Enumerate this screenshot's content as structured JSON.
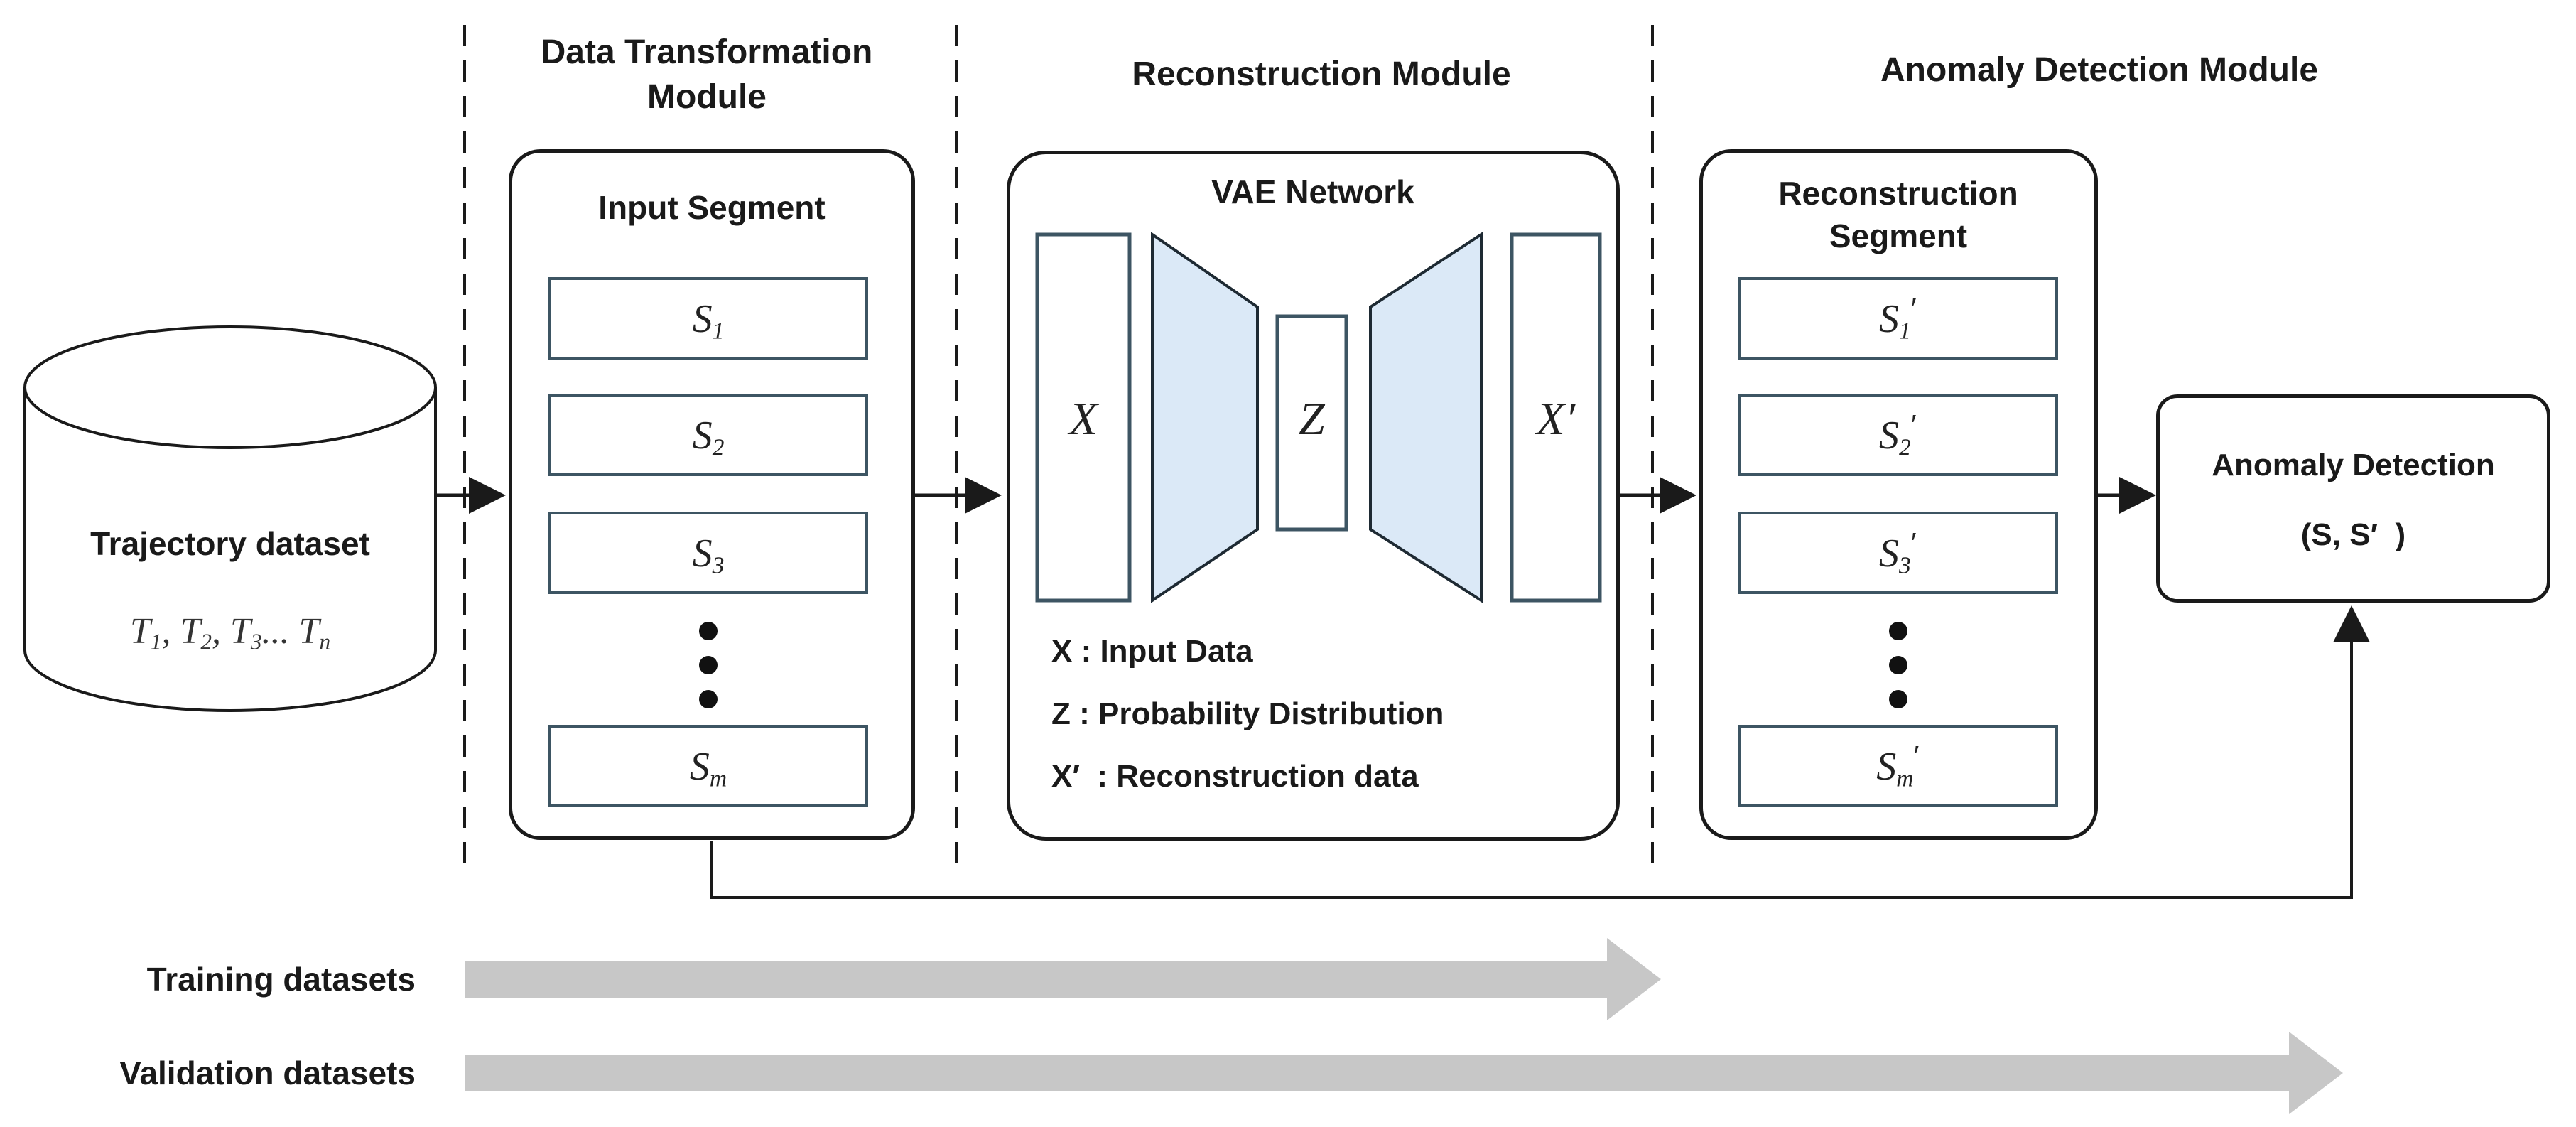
{
  "modules": {
    "data_transformation": {
      "title": "Data Transformation Module"
    },
    "reconstruction": {
      "title": "Reconstruction Module"
    },
    "anomaly_detection": {
      "title": "Anomaly Detection Module"
    }
  },
  "dataset": {
    "label": "Trajectory dataset",
    "tokens": [
      {
        "base": "T",
        "sub": "1",
        "sep": ", "
      },
      {
        "base": "T",
        "sub": "2",
        "sep": ", "
      },
      {
        "base": "T",
        "sub": "3",
        "sep": "... "
      },
      {
        "base": "T",
        "sub": "n",
        "sep": ""
      }
    ]
  },
  "input_segment": {
    "title": "Input Segment",
    "segments": [
      {
        "base": "S",
        "sub": "1",
        "prime": ""
      },
      {
        "base": "S",
        "sub": "2",
        "prime": ""
      },
      {
        "base": "S",
        "sub": "3",
        "prime": ""
      },
      {
        "base": "S",
        "sub": "m",
        "prime": ""
      }
    ]
  },
  "vae": {
    "title": "VAE Network",
    "nodes": {
      "x": "X",
      "z": "Z",
      "x_prime": "X′"
    },
    "legend": [
      "X : Input Data",
      "Z : Probability Distribution",
      "X′  : Reconstruction data"
    ]
  },
  "reconstruction_segment": {
    "title": "Reconstruction Segment",
    "segments": [
      {
        "base": "S",
        "sub": "1",
        "prime": "′"
      },
      {
        "base": "S",
        "sub": "2",
        "prime": "′"
      },
      {
        "base": "S",
        "sub": "3",
        "prime": "′"
      },
      {
        "base": "S",
        "sub": "m",
        "prime": "′"
      }
    ]
  },
  "anomaly_box": {
    "title": "Anomaly Detection",
    "subtitle": "(S, S′  )"
  },
  "flows": {
    "training": "Training datasets",
    "validation": "Validation datasets"
  },
  "colors": {
    "box_border": "#1a1a1a",
    "node_border": "#3d5563",
    "trapezoid_fill": "#dbe9f7",
    "arrow_gray": "#c7c7c7",
    "text": "#1a1a1a"
  }
}
